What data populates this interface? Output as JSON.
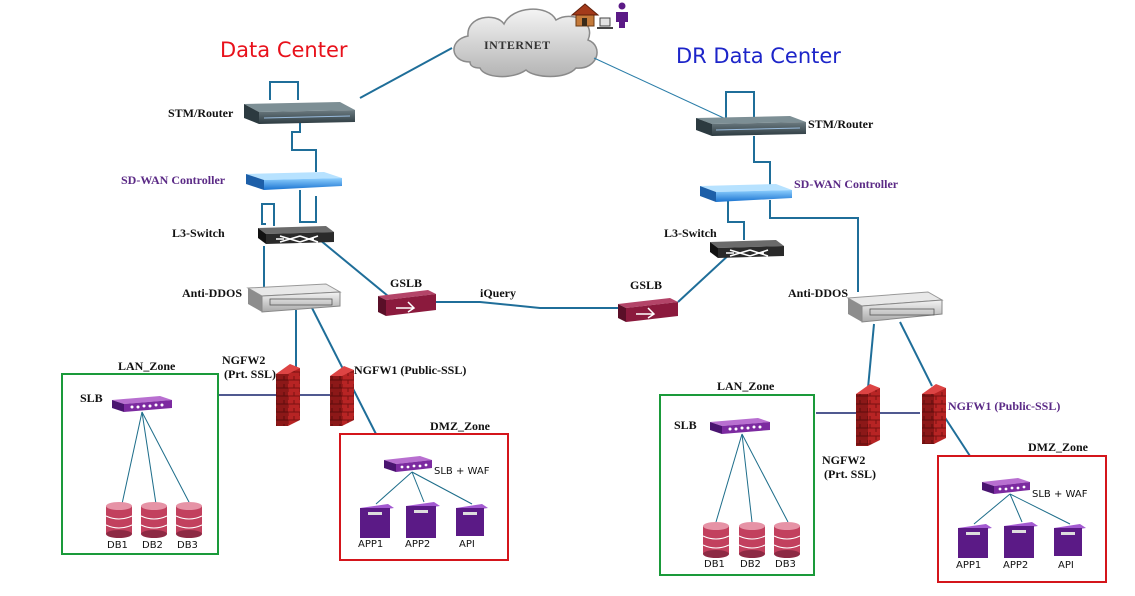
{
  "titles": {
    "primary": "Data Center",
    "secondary": "DR Data Center"
  },
  "colors": {
    "primary_title": "#e8111b",
    "secondary_title": "#1d25c9",
    "lan_zone_border": "#1a9a3a",
    "dmz_zone_border": "#d4151b",
    "sdwan_label": "#5b2a86",
    "app_server": "#5b1a86",
    "db_cylinder": "#c2405e",
    "gslb": "#8b1a3d",
    "firewall": "#b72424"
  },
  "internet": {
    "label": "INTERNET",
    "icons": [
      "house-icon",
      "laptop-icon",
      "person-icon"
    ]
  },
  "dc": {
    "router": "STM/Router",
    "sdwan": "SD-WAN Controller",
    "l3": "L3-Switch",
    "antiddos": "Anti-DDOS",
    "gslb": "GSLB",
    "ngfw2_a": "NGFW2",
    "ngfw2_b": "(Prt. SSL)",
    "ngfw1": "NGFW1 (Public-SSL)",
    "lan_zone": "LAN_Zone",
    "dmz_zone": "DMZ_Zone",
    "slb": "SLB",
    "slb_waf": "SLB + WAF",
    "dbs": [
      "DB1",
      "DB2",
      "DB3"
    ],
    "apps": [
      "APP1",
      "APP2",
      "API"
    ]
  },
  "dr": {
    "router": "STM/Router",
    "sdwan": "SD-WAN Controller",
    "l3": "L3-Switch",
    "antiddos": "Anti-DDOS",
    "gslb": "GSLB",
    "ngfw2_a": "NGFW2",
    "ngfw2_b": "(Prt. SSL)",
    "ngfw1": "NGFW1 (Public-SSL)",
    "lan_zone": "LAN_Zone",
    "dmz_zone": "DMZ_Zone",
    "slb": "SLB",
    "slb_waf": "SLB + WAF",
    "dbs": [
      "DB1",
      "DB2",
      "DB3"
    ],
    "apps": [
      "APP1",
      "APP2",
      "API"
    ]
  },
  "iquery": "iQuery"
}
